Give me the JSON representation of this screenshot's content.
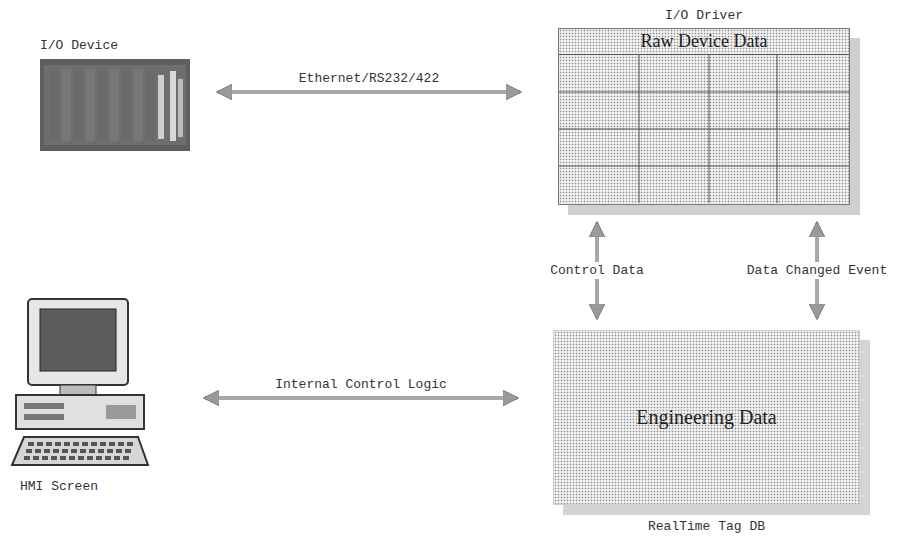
{
  "diagram": {
    "nodes": [
      {
        "text": [
          "I/O Device"
        ]
      },
      {
        "text": [
          "I/O Driver",
          "Raw Device Data"
        ]
      },
      {
        "text": [
          "HMI Screen"
        ]
      },
      {
        "text": [
          "Engineering Data",
          "RealTime Tag DB"
        ]
      }
    ],
    "edges": [
      {
        "from": 0,
        "to": 1,
        "arrow": "both",
        "label": "Ethernet/RS232/422"
      },
      {
        "from": 1,
        "to": 3,
        "arrow": "both",
        "label": "Control Data"
      },
      {
        "from": 3,
        "to": 1,
        "arrow": "both",
        "label": "Data Changed Event"
      },
      {
        "from": 2,
        "to": 3,
        "arrow": "both",
        "label": "Internal Control Logic"
      }
    ]
  }
}
